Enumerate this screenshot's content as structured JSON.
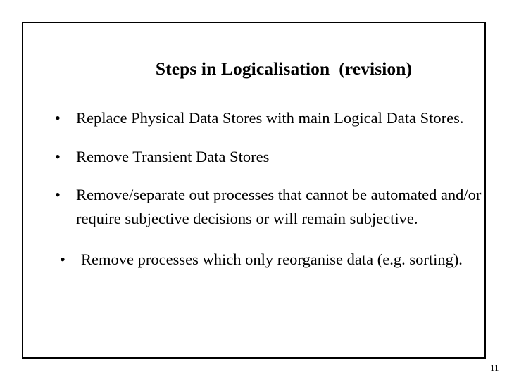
{
  "slide": {
    "title": "Steps in Logicalisation  (revision)",
    "bullet_marker": "•",
    "bullets": [
      "Replace Physical Data Stores with main Logical Data Stores.",
      "Remove Transient Data Stores",
      "Remove/separate out processes that cannot be automated and/or require subjective decisions or will remain subjective.",
      "Remove processes which only reorganise data (e.g. sorting)."
    ],
    "page_number": "11",
    "colors": {
      "background": "#ffffff",
      "text": "#000000",
      "border": "#000000"
    }
  }
}
